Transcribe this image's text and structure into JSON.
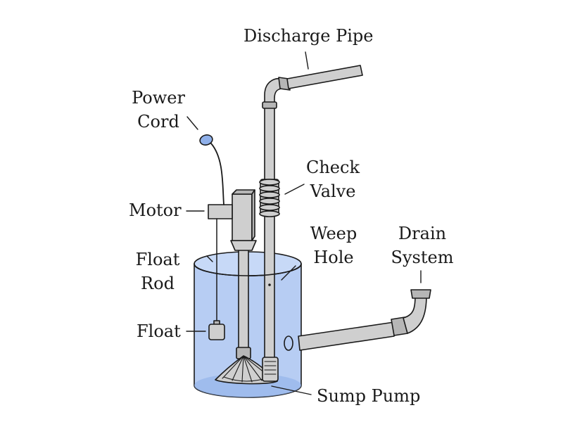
{
  "labels": {
    "discharge_pipe": "Discharge Pipe",
    "power_cord": [
      "Power",
      "Cord"
    ],
    "check_valve": [
      "Check",
      "Valve"
    ],
    "motor": "Motor",
    "weep_hole": [
      "Weep",
      "Hole"
    ],
    "drain_system": [
      "Drain",
      "System"
    ],
    "float_rod": [
      "Float",
      "Rod"
    ],
    "float": "Float",
    "sump_pump": "Sump Pump"
  },
  "colors": {
    "water": "#b7cdf3",
    "water_surface": "#c7d9f7",
    "basin_bottom": "#8fb0ea",
    "pipe": "#cfcfcf",
    "pipe_dark": "#b6b6b6",
    "outline": "#1a1a1a",
    "cord_plug": "#8fb0ea"
  }
}
